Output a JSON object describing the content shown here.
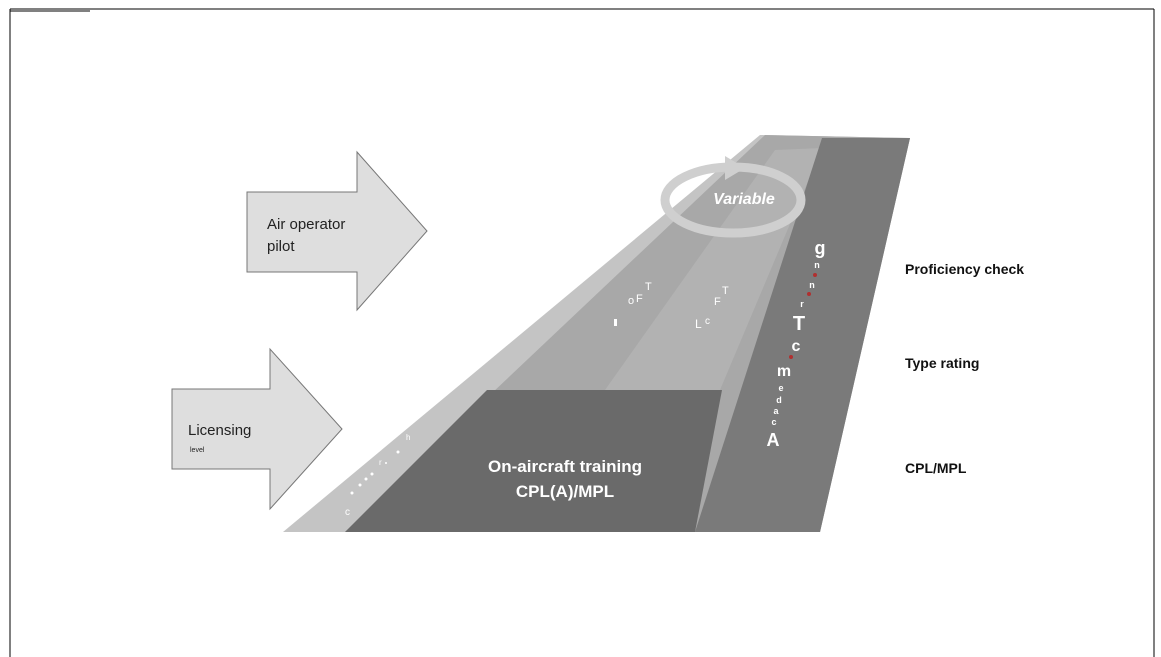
{
  "arrows": {
    "operator": {
      "line1": "Air operator",
      "line2": "pilot"
    },
    "licensing": {
      "main": "Licensing",
      "sub": "level"
    }
  },
  "tail": {
    "loop_label": "Variable",
    "training": {
      "line1": "On-aircraft training",
      "line2": "CPL(A)/MPL"
    },
    "band_large": [
      "g",
      "T",
      "c",
      "m",
      "A"
    ],
    "band_small": [
      "n",
      "n",
      "r",
      "e",
      "d",
      "a",
      "c"
    ],
    "mid_letters": [
      "o",
      "F",
      "T",
      "L",
      "c",
      "F",
      "T"
    ],
    "edge_letters": [
      "c",
      "r",
      "h"
    ]
  },
  "levels": {
    "proficiency": "Proficiency check",
    "type_rating": "Type rating",
    "cpl_mpl": "CPL/MPL"
  },
  "colors": {
    "arrow_fill": "#dedede",
    "light_band": "#c4c4c4",
    "mid_band": "#a8a8a8",
    "upper_band": "#9a9a9a",
    "dark_band": "#7a7a7a",
    "training_block": "#6a6a6a",
    "loop": "#cfcfcf"
  }
}
